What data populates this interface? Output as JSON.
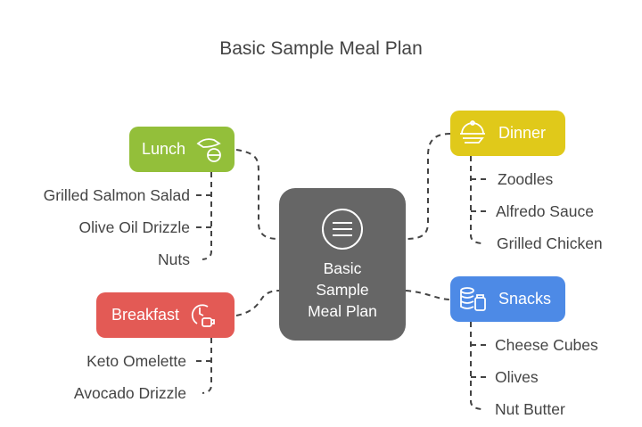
{
  "title": "Basic Sample Meal Plan",
  "center": {
    "lines": [
      "Basic",
      "Sample",
      "Meal Plan"
    ],
    "icon": "menu-lines-icon"
  },
  "branches": {
    "lunch": {
      "label": "Lunch",
      "icon": "salad-bowl-icon",
      "color": "#93bf3a",
      "items": [
        "Grilled Salmon Salad",
        "Olive Oil Drizzle",
        "Nuts"
      ]
    },
    "breakfast": {
      "label": "Breakfast",
      "icon": "clock-coffee-icon",
      "color": "#e35a55",
      "items": [
        "Keto Omelette",
        "Avocado Drizzle"
      ]
    },
    "dinner": {
      "label": "Dinner",
      "icon": "cloche-icon",
      "color": "#e0c91a",
      "items": [
        "Zoodles",
        "Alfredo Sauce",
        "Grilled Chicken"
      ]
    },
    "snacks": {
      "label": "Snacks",
      "icon": "jar-stack-icon",
      "color": "#4d8ae6",
      "items": [
        "Cheese Cubes",
        "Olives",
        "Nut Butter"
      ]
    }
  }
}
